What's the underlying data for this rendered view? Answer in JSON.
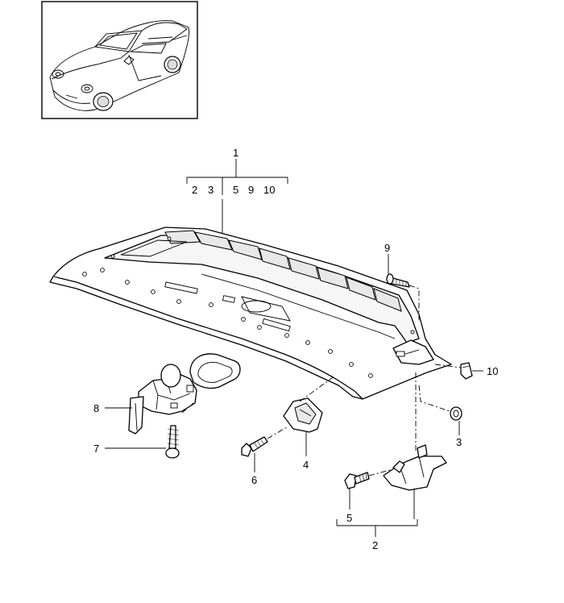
{
  "callouts": {
    "part_1": "1",
    "group_left": [
      "2",
      "3"
    ],
    "group_right": [
      "5",
      "9",
      "10"
    ],
    "part_2": "2",
    "part_3": "3",
    "part_4": "4",
    "part_5": "5",
    "part_6": "6",
    "part_7": "7",
    "part_8": "8",
    "part_9": "9",
    "part_10": "10"
  },
  "colors": {
    "line": "#000000",
    "background": "#ffffff",
    "shade": "#e8e8e8"
  }
}
